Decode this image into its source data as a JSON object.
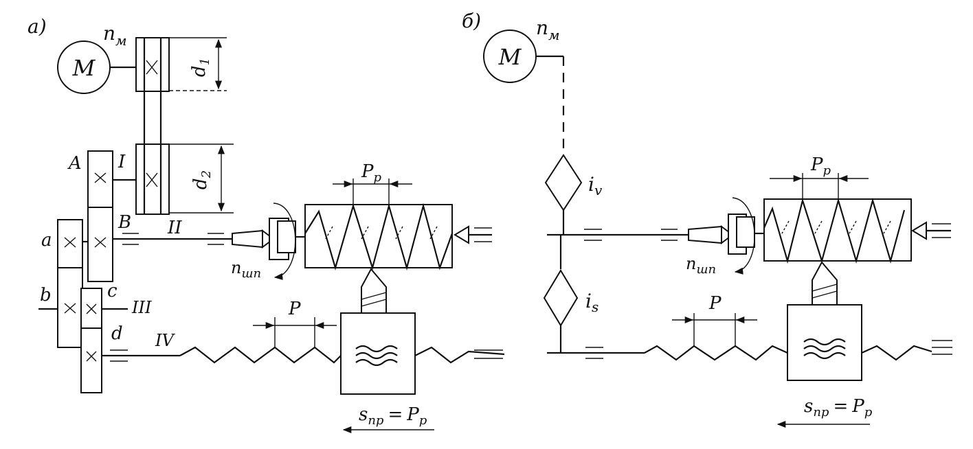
{
  "panel_a": {
    "tag": "а)",
    "motor": "M",
    "motor_speed": "n",
    "motor_speed_sub": "м",
    "pulley_small": "d",
    "pulley_small_sub": "1",
    "pulley_large": "d",
    "pulley_large_sub": "2",
    "gear_A": "A",
    "shaft_I": "I",
    "gear_B": "B",
    "shaft_II": "II",
    "gear_a": "a",
    "gear_b": "b",
    "gear_c": "c",
    "shaft_III": "III",
    "gear_d": "d",
    "shaft_IV": "IV",
    "spindle_speed": "n",
    "spindle_speed_sub": "шп",
    "workpiece_pitch": "P",
    "workpiece_pitch_sub": "p",
    "screw_pitch": "P",
    "feed_lhs": "s",
    "feed_lhs_sub": "пр",
    "feed_eq": "=",
    "feed_rhs": "P",
    "feed_rhs_sub": "p"
  },
  "panel_b": {
    "tag": "б)",
    "motor": "M",
    "motor_speed": "n",
    "motor_speed_sub": "м",
    "ratio_v": "i",
    "ratio_v_sub": "v",
    "ratio_s": "i",
    "ratio_s_sub": "s",
    "spindle_speed": "n",
    "spindle_speed_sub": "шп",
    "workpiece_pitch": "P",
    "workpiece_pitch_sub": "p",
    "screw_pitch": "P",
    "feed_lhs": "s",
    "feed_lhs_sub": "пр",
    "feed_eq": "=",
    "feed_rhs": "P",
    "feed_rhs_sub": "p"
  }
}
